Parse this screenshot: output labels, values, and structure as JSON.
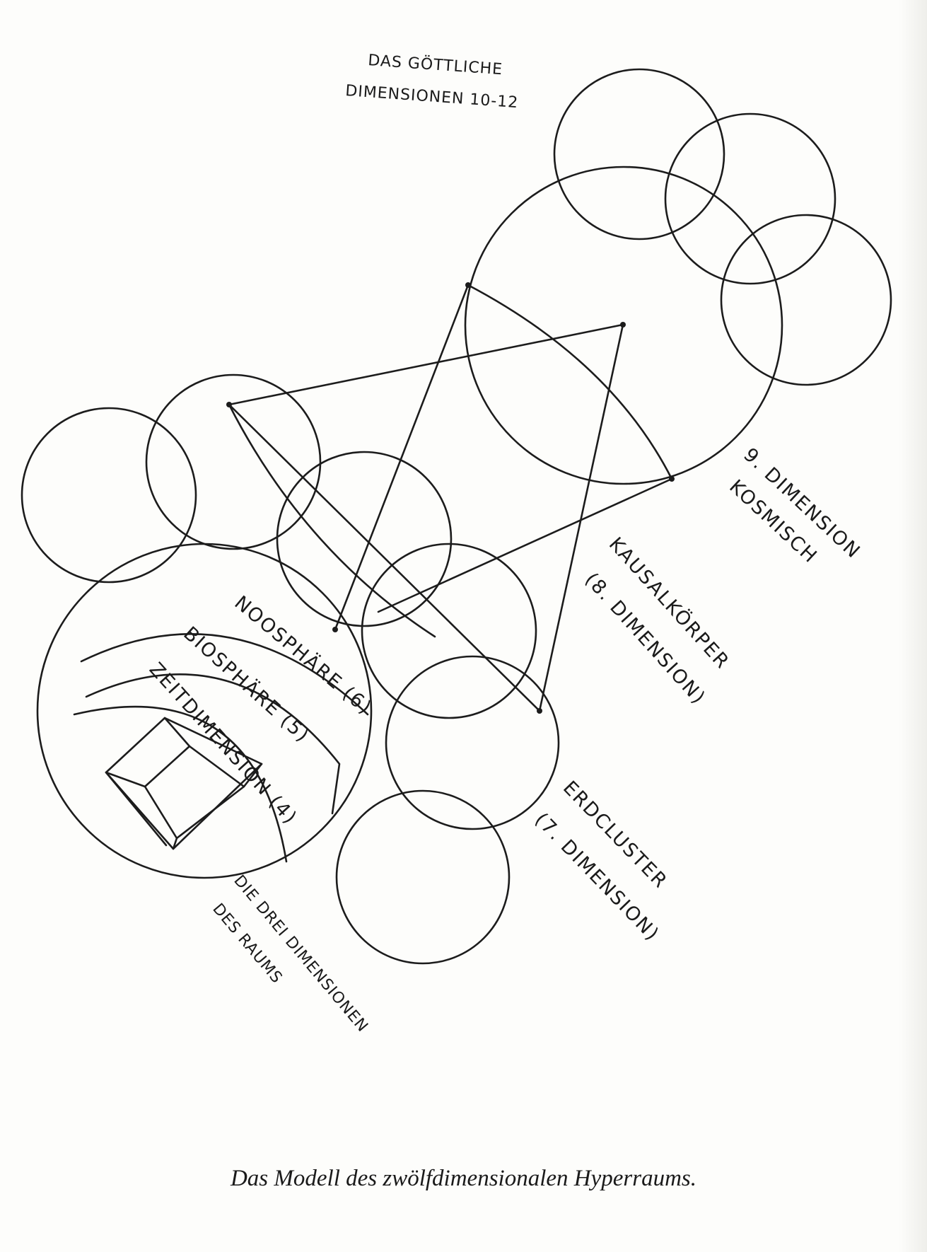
{
  "labels": {
    "divine_line1": "DAS GÖTTLICHE",
    "divine_line2": "DIMENSIONEN 10-12",
    "dim9_line1": "9. DIMENSION",
    "dim9_line2": "KOSMISCH",
    "dim8_line1": "KAUSALKÖRPER",
    "dim8_line2": "(8. DIMENSION)",
    "dim7_line1": "ERDCLUSTER",
    "dim7_line2": "(7. DIMENSION)",
    "noosphere": "NOOSPHÄRE (6)",
    "biosphere": "BIOSPHÄRE (5)",
    "time_dimension": "ZEITDIMENSION (4)",
    "space_line1": "DIE DREI DIMENSIONEN",
    "space_line2": "DES RAUMS"
  },
  "caption": "Das Modell des zwölfdimensionalen Hyperraums.",
  "colors": {
    "ink": "#1c1c1c",
    "paper": "#fdfdfb"
  }
}
